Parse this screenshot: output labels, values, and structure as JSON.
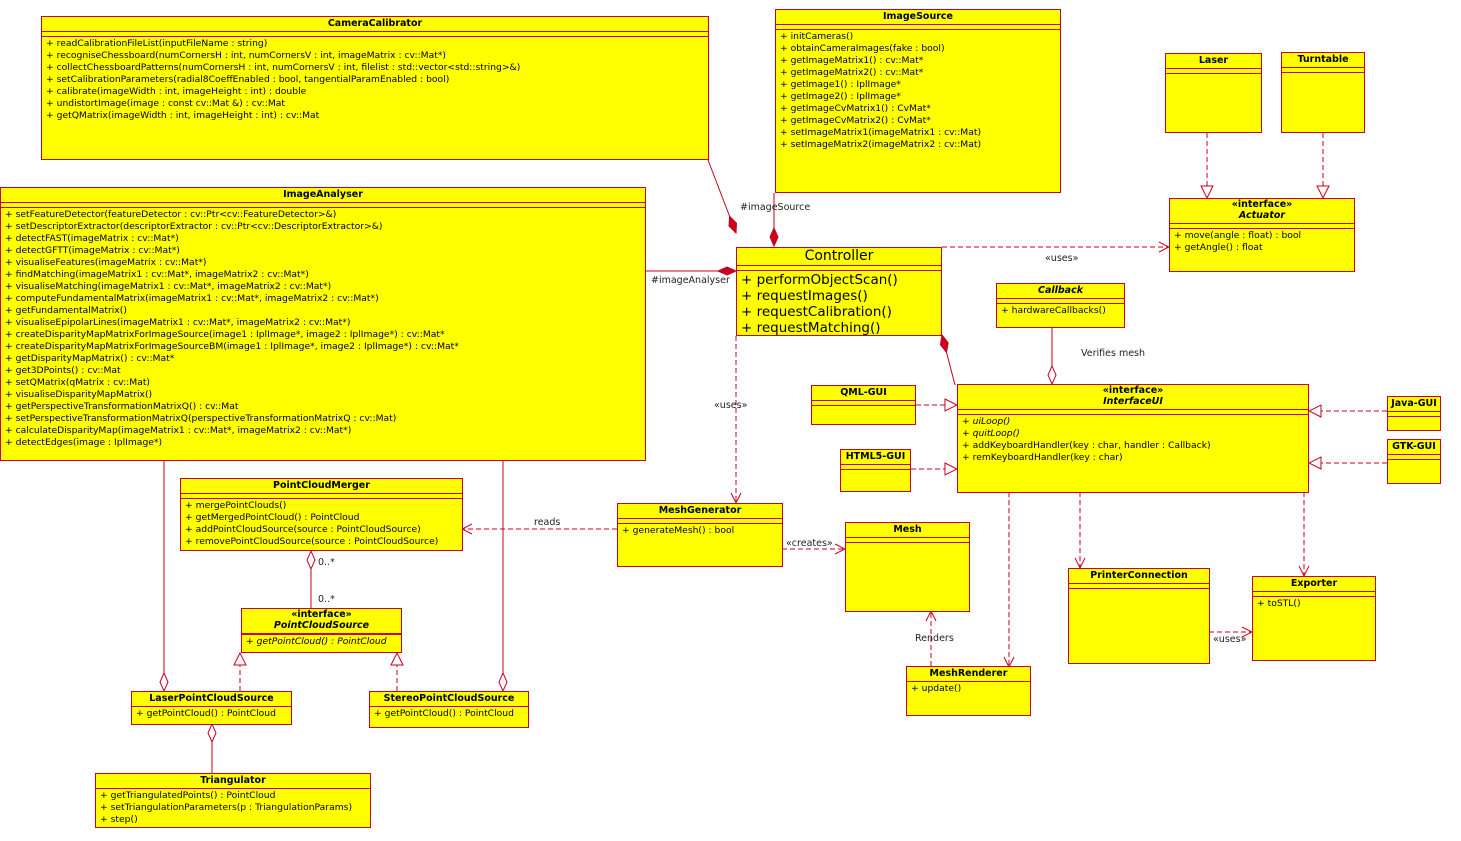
{
  "classes": {
    "camera_calibrator": {
      "name": "CameraCalibrator",
      "ops": [
        "+ readCalibrationFileList(inputFileName : string)",
        "+ recogniseChessboard(numCornersH : int, numCornersV : int, imageMatrix : cv::Mat*)",
        "+ collectChessboardPatterns(numCornersH : int, numCornersV : int, filelist : std::vector<std::string>&)",
        "+ setCalibrationParameters(radial8CoeffEnabled : bool, tangentialParamEnabled : bool)",
        "+ calibrate(imageWidth : int, imageHeight : int) : double",
        "+ undistortImage(image : const cv::Mat &) : cv::Mat",
        "+ getQMatrix(imageWidth : int, imageHeight : int) : cv::Mat"
      ]
    },
    "image_source": {
      "name": "ImageSource",
      "ops": [
        "+ initCameras()",
        "+ obtainCameraImages(fake : bool)",
        "+ getImageMatrix1() : cv::Mat*",
        "+ getImageMatrix2() : cv::Mat*",
        "+ getImage1() : IplImage*",
        "+ getImage2() : IplImage*",
        "+ getImageCvMatrix1() : CvMat*",
        "+ getImageCvMatrix2() : CvMat*",
        "+ setImageMatrix1(imageMatrix1 : cv::Mat)",
        "+ setImageMatrix2(imageMatrix2 : cv::Mat)"
      ]
    },
    "laser": {
      "name": "Laser"
    },
    "turntable": {
      "name": "Turntable"
    },
    "actuator": {
      "stereotype": "«interface»",
      "name": "Actuator",
      "ops": [
        "+ move(angle : float) : bool",
        "+ getAngle() : float"
      ]
    },
    "image_analyser": {
      "name": "ImageAnalyser",
      "ops": [
        "+ setFeatureDetector(featureDetector : cv::Ptr<cv::FeatureDetector>&)",
        "+ setDescriptorExtractor(descriptorExtractor : cv::Ptr<cv::DescriptorExtractor>&)",
        "+ detectFAST(imageMatrix : cv::Mat*)",
        "+ detectGFTT(imageMatrix : cv::Mat*)",
        "+ visualiseFeatures(imageMatrix : cv::Mat*)",
        "+ findMatching(imageMatrix1 : cv::Mat*, imageMatrix2 : cv::Mat*)",
        "+ visualiseMatching(imageMatrix1 : cv::Mat*, imageMatrix2 : cv::Mat*)",
        "+ computeFundamentalMatrix(imageMatrix1 : cv::Mat*, imageMatrix2 : cv::Mat*)",
        "+ getFundamentalMatrix()",
        "+ visualiseEpipolarLines(imageMatrix1 : cv::Mat*, imageMatrix2 : cv::Mat*)",
        "+ createDisparityMapMatrixForImageSource(image1 : IplImage*, image2 : IplImage*) : cv::Mat*",
        "+ createDisparityMapMatrixForImageSourceBM(image1 : IplImage*, image2 : IplImage*) : cv::Mat*",
        "+ getDisparityMapMatrix() : cv::Mat*",
        "+ get3DPoints() : cv::Mat",
        "+ setQMatrix(qMatrix : cv::Mat)",
        "+ visualiseDisparityMapMatrix()",
        "+ getPerspectiveTransformationMatrixQ() : cv::Mat",
        "+ setPerspectiveTransformationMatrixQ(perspectiveTransformationMatrixQ : cv::Mat)",
        "+ calculateDisparityMap(imageMatrix1 : cv::Mat*, imageMatrix2 : cv::Mat*)",
        "+ detectEdges(image : IplImage*)"
      ]
    },
    "controller": {
      "name": "Controller",
      "ops": [
        "+ performObjectScan()",
        "+ requestImages()",
        "+ requestCalibration()",
        "+ requestMatching()"
      ]
    },
    "callback": {
      "name": "Callback",
      "ops": [
        "+ hardwareCallbacks()"
      ]
    },
    "qml_gui": {
      "name": "QML-GUI"
    },
    "html5_gui": {
      "name": "HTML5-GUI"
    },
    "interface_ui": {
      "stereotype": "«interface»",
      "name": "InterfaceUI",
      "ops": [
        "+ uiLoop()",
        "+ quitLoop()",
        "+ addKeyboardHandler(key : char, handler : Callback)",
        "+ remKeyboardHandler(key : char)"
      ]
    },
    "java_gui": {
      "name": "Java-GUI"
    },
    "gtk_gui": {
      "name": "GTK-GUI"
    },
    "point_cloud_merger": {
      "name": "PointCloudMerger",
      "ops": [
        "+ mergePointClouds()",
        "+ getMergedPointCloud() : PointCloud",
        "+ addPointCloudSource(source : PointCloudSource)",
        "+ removePointCloudSource(source : PointCloudSource)"
      ]
    },
    "mesh_generator": {
      "name": "MeshGenerator",
      "ops": [
        "+ generateMesh() : bool"
      ]
    },
    "mesh": {
      "name": "Mesh"
    },
    "point_cloud_source": {
      "stereotype": "«interface»",
      "name": "PointCloudSource",
      "ops": [
        "+ getPointCloud() : PointCloud"
      ]
    },
    "printer_connection": {
      "name": "PrinterConnection"
    },
    "exporter": {
      "name": "Exporter",
      "ops": [
        "+ toSTL()"
      ]
    },
    "laser_point_cloud_source": {
      "name": "LaserPointCloudSource",
      "ops": [
        "+ getPointCloud() : PointCloud"
      ]
    },
    "stereo_point_cloud_source": {
      "name": "StereoPointCloudSource",
      "ops": [
        "+ getPointCloud() : PointCloud"
      ]
    },
    "mesh_renderer": {
      "name": "MeshRenderer",
      "ops": [
        "+ update()"
      ]
    },
    "triangulator": {
      "name": "Triangulator",
      "ops": [
        "+ getTriangulatedPoints() : PointCloud",
        "+ setTriangulationParameters(p : TriangulationParams)",
        "+ step()"
      ]
    }
  },
  "labels": {
    "image_source_role": "#imageSource",
    "image_analyser_role": "#imageAnalyser",
    "uses_actuator": "«uses»",
    "verifies_mesh": "Verifies mesh",
    "uses_mesh_generator": "«uses»",
    "reads": "reads",
    "creates": "«creates»",
    "mult_merger": "0..*",
    "mult_source": "0..*",
    "renders": "Renders",
    "uses_exporter": "«uses»"
  },
  "colors": {
    "class_fill": "#ffff00",
    "line": "#c8001e"
  }
}
